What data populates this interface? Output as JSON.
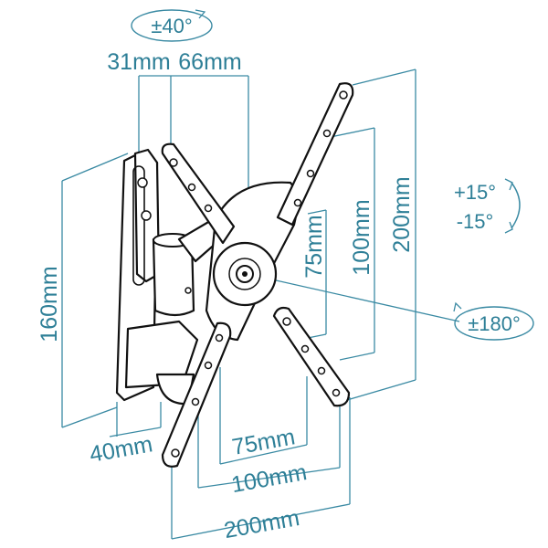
{
  "labels": {
    "tilt": "±40°",
    "arm_depth_a": "31mm",
    "arm_depth_b": "66mm",
    "tilt_up": "+15°",
    "tilt_down": "-15°",
    "wall_plate_height": "160mm",
    "vesa_v75": "75mm",
    "vesa_v100": "100mm",
    "vesa_v200": "200mm",
    "rotation": "±180°",
    "wall_depth": "40mm",
    "vesa_h75": "75mm",
    "vesa_h100": "100mm",
    "vesa_h200": "200mm"
  },
  "colors": {
    "dimension": "#2e7f97",
    "outline": "#111111",
    "background": "#ffffff"
  }
}
